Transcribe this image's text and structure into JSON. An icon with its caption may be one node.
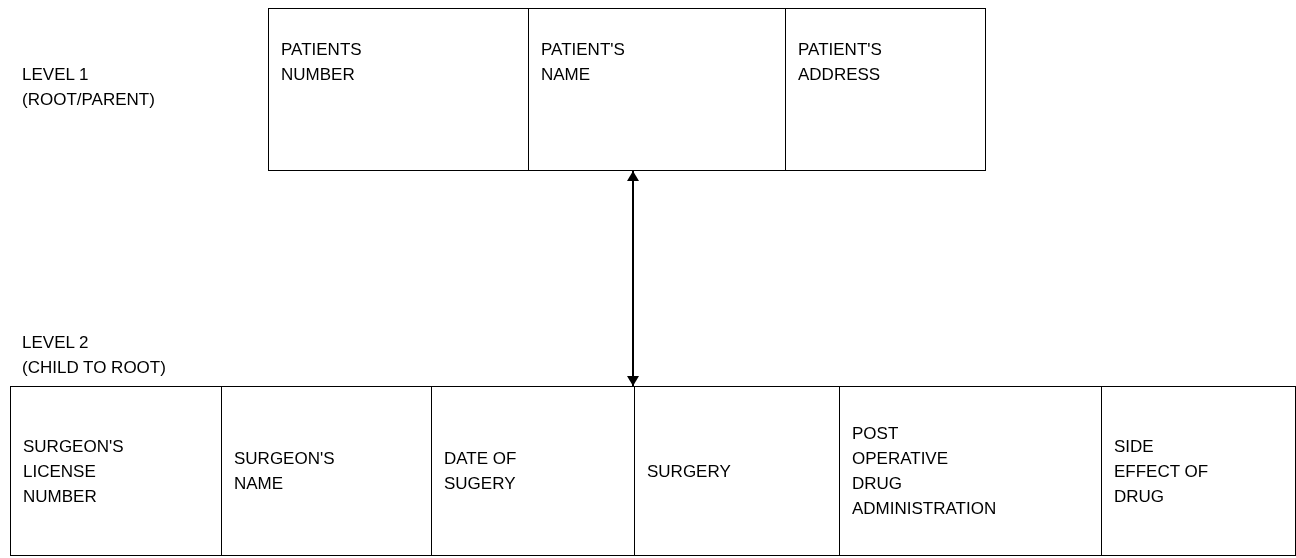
{
  "diagram": {
    "nodes": [
      {
        "text": [],
        "shape": "box"
      },
      {
        "text": [
          "PATIENTS NUMBER"
        ],
        "in": 0
      },
      {
        "text": [
          "PATIENT'S NAME"
        ],
        "in": 0
      },
      {
        "text": [
          "PATIENT'S ADDRESS"
        ],
        "in": 0
      },
      {
        "text": [],
        "shape": "box"
      },
      {
        "text": [
          "SURGEON'S LICENSE NUMBER"
        ],
        "in": 4
      },
      {
        "text": [
          "SURGEON'S NAME"
        ],
        "in": 4
      },
      {
        "text": [
          "DATE OF SUGERY"
        ],
        "in": 4
      },
      {
        "text": [
          "SURGERY"
        ],
        "in": 4
      },
      {
        "text": [
          "POST OPERATIVE DRUG ADMINISTRATION"
        ],
        "in": 4
      },
      {
        "text": [
          "SIDE EFFECT OF DRUG"
        ],
        "in": 4
      }
    ],
    "edges": [
      {
        "from": 2,
        "to": 4,
        "arrow": "both"
      }
    ],
    "labels": [
      "LEVEL 1",
      "(ROOT/PARENT)",
      "LEVEL 2",
      "(CHILD TO ROOT)"
    ]
  }
}
